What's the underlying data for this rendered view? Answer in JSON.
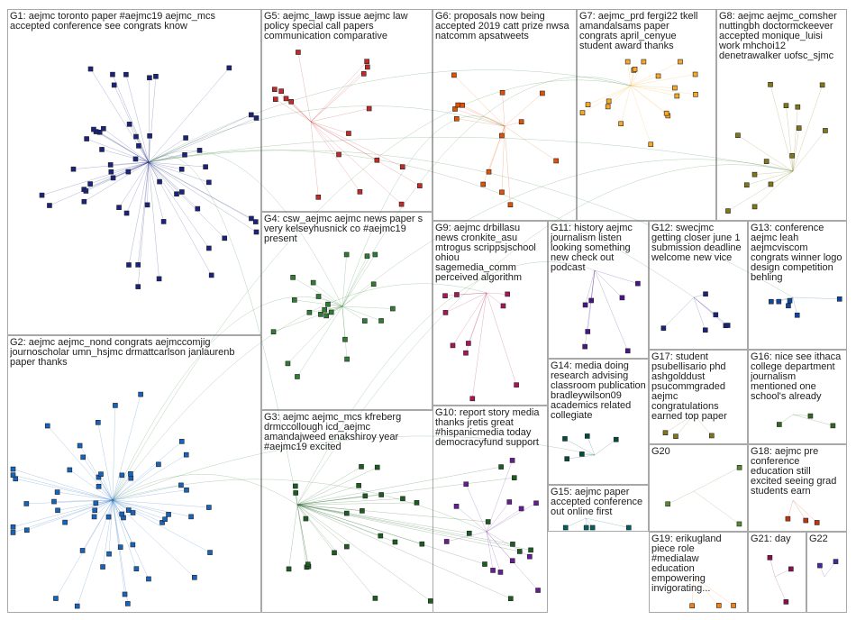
{
  "groups": [
    {
      "id": "G1",
      "title": "G1: aejmc toronto paper #aejmc19 aejmc_mcs\naccepted conference see congrats know",
      "color": "#1a237e"
    },
    {
      "id": "G2",
      "title": "G2: aejmc aejmc_nond congrats aejmccomjig\njournoscholar umn_hsjmc drmattcarlson janlaurenb\npaper thanks",
      "color": "#1565c0"
    },
    {
      "id": "G3",
      "title": "G3: aejmc aejmc_mcs kfreberg\ndrmccollough icd_aejmc\namandajweed enakshiroy year\n#aejmc19 excited",
      "color": "#1b5e20"
    },
    {
      "id": "G4",
      "title": "G4: csw_aejmc aejmc news paper s\nvery kelseyhusnick co #aejmc19\npresent",
      "color": "#2e7d32"
    },
    {
      "id": "G5",
      "title": "G5: aejmc_lawp issue aejmc law\npolicy special call papers\ncommunication comparative",
      "color": "#c62828"
    },
    {
      "id": "G6",
      "title": "G6: proposals now being\naccepted 2019 catt prize nwsa\nnatcomm apsatweets",
      "color": "#e65100"
    },
    {
      "id": "G7",
      "title": "G7: aejmc_prd fergi22 tkell\namandalsams paper\ncongrats april_cenyue\nstudent award thanks",
      "color": "#f9a825"
    },
    {
      "id": "G8",
      "title": "G8: aejmc aejmc_comsher\nnuttingbh doctormckeever\naccepted monique_luisi\nwork mhchoi12\ndenetrawalker uofsc_sjmc",
      "color": "#827717"
    },
    {
      "id": "G9",
      "title": "G9: aejmc drbillasu\nnews cronkite_asu\nmtrogus scrippsjschool\nohiou\nsagemedia_comm\nperceived algorithm",
      "color": "#ad1457"
    },
    {
      "id": "G10",
      "title": "G10: report story media\nthanks jretis great\n#hispanicmedia today\ndemocracyfund support",
      "color": "#6a1b9a"
    },
    {
      "id": "G11",
      "title": "G11: history aejmc\njournalism listen\nlooking something\nnew check out\npodcast",
      "color": "#4a148c"
    },
    {
      "id": "G12",
      "title": "G12: swecjmc\ngetting closer june 1\nsubmission deadline\nwelcome new vice",
      "color": "#1a237e"
    },
    {
      "id": "G13",
      "title": "G13: conference\naejmc leah\naejmcviscom\ncongrats winner logo\ndesign competition\nbehling",
      "color": "#0d47a1"
    },
    {
      "id": "G14",
      "title": "G14: media doing\nresearch advising\nclassroom publication\nbradleywilson09\nacademics related\ncollegiate",
      "color": "#004d40"
    },
    {
      "id": "G15",
      "title": "G15: aejmc paper\naccepted conference\nout online first",
      "color": "#006064"
    },
    {
      "id": "G16",
      "title": "G16: nice see ithaca\ncollege department\njournalism\nmentioned one\nschool's already",
      "color": "#33691e"
    },
    {
      "id": "G17",
      "title": "G17: student\npsubellisario phd\nashgolddust\npsucommgraded\naejmc\ncongratulations\nearned top paper",
      "color": "#827717"
    },
    {
      "id": "G18",
      "title": "G18: aejmc pre\nconference\neducation still\nexcited seeing grad\nstudents earn",
      "color": "#bf360c"
    },
    {
      "id": "G19",
      "title": "G19: erikugland\npiece role\n#medialaw\neducation\nempowering\ninvigorating...",
      "color": "#f57f17"
    },
    {
      "id": "G20",
      "title": "G20",
      "color": "#558b2f"
    },
    {
      "id": "G21",
      "title": "G21: day",
      "color": "#880e4f"
    },
    {
      "id": "G22",
      "title": "G22",
      "color": "#4527a0"
    }
  ]
}
